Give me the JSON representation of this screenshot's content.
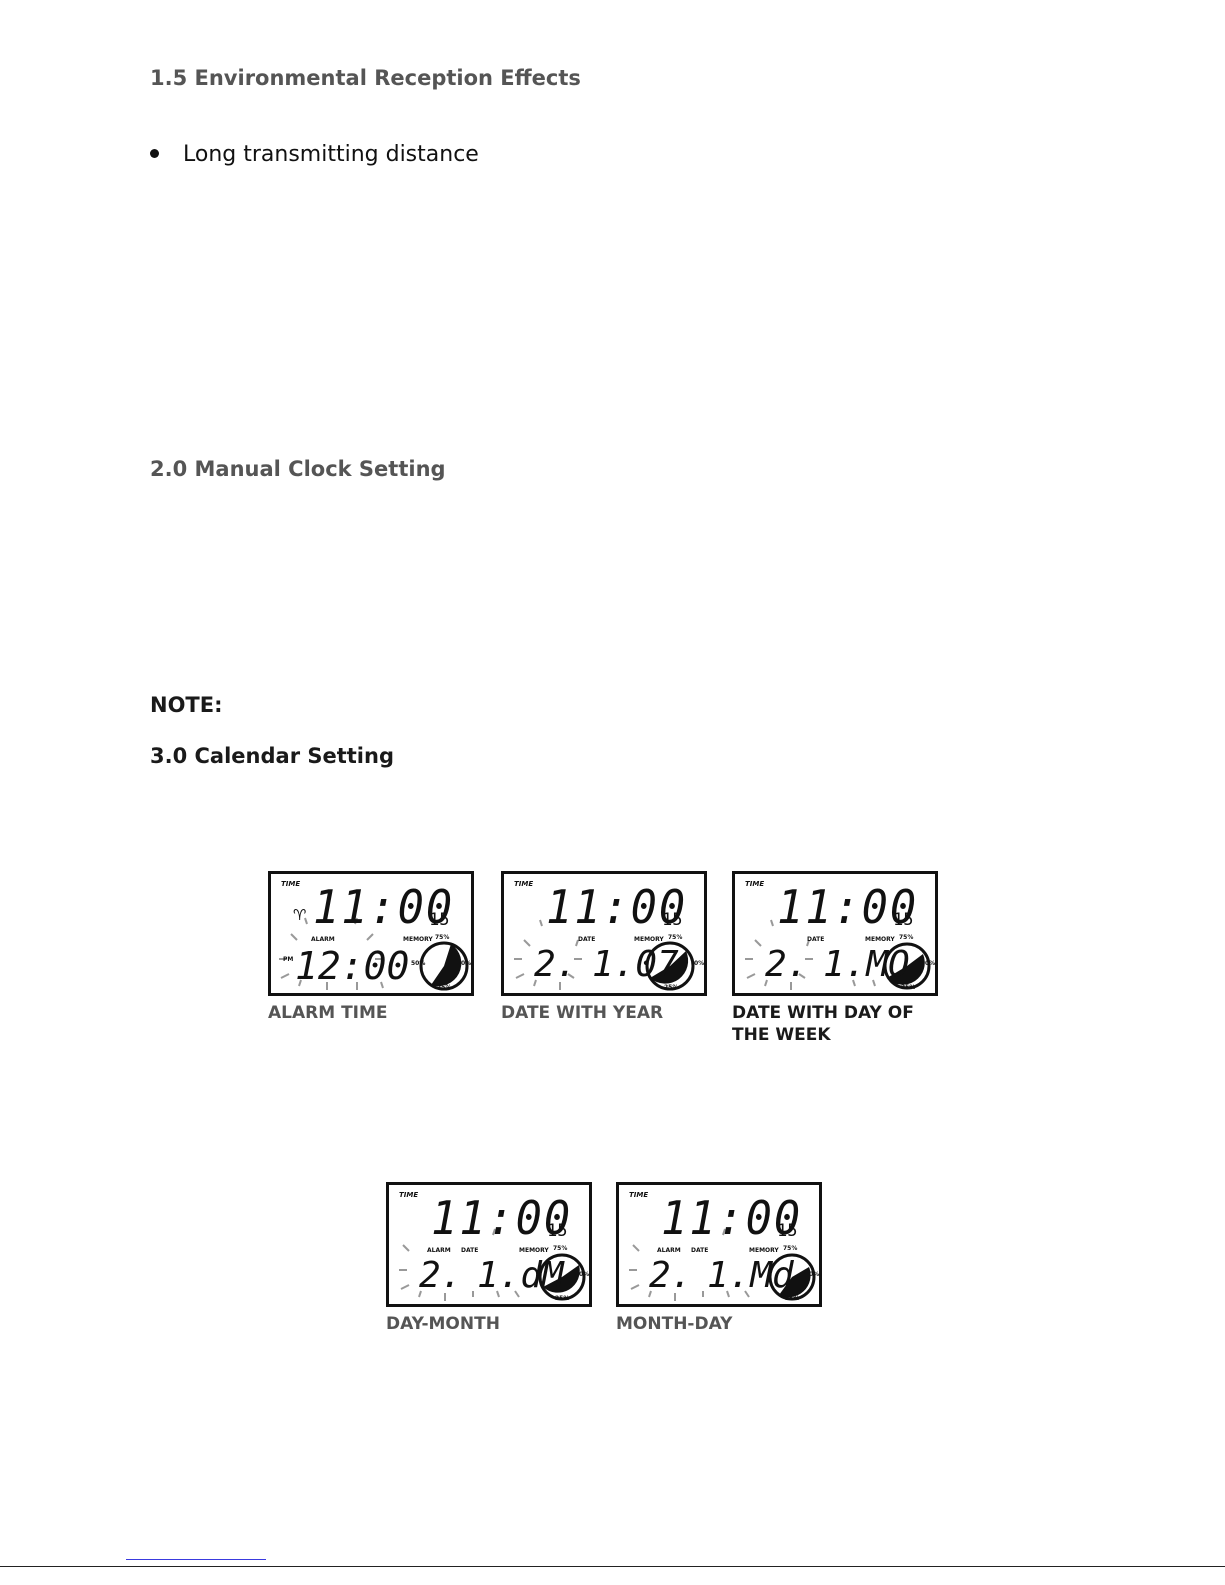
{
  "headings": {
    "environmental": "1.5 Environmental Reception Effects",
    "manual_clock": "2.0 Manual Clock Setting",
    "note": "NOTE:",
    "calendar": "3.0 Calendar Setting"
  },
  "bullets": [
    "Long transmitting distance"
  ],
  "lcd_common": {
    "time_tag": "TIME",
    "main_time": "11:00",
    "seconds": "15",
    "memory_tag": "MEMORY",
    "pct_75": "75%",
    "pct_50": "50%",
    "pct_0": "0%",
    "pct_25": "25%",
    "alarm_tag": "ALARM",
    "date_tag": "DATE",
    "pm_tag": "PM"
  },
  "figures": [
    {
      "caption": "ALARM TIME",
      "lower_left": "",
      "lower_right": "12:00"
    },
    {
      "caption": "DATE WITH YEAR",
      "lower_left": "2.",
      "lower_right": "1.07"
    },
    {
      "caption_line1": "DATE WITH DAY OF",
      "caption_line2": "THE WEEK",
      "lower_left": "2.",
      "lower_right": "1.MO"
    },
    {
      "caption": "DAY-MONTH",
      "lower_left": "2.",
      "lower_right": "1.dM"
    },
    {
      "caption": "MONTH-DAY",
      "lower_left": "2.",
      "lower_right": "1.Md"
    }
  ]
}
